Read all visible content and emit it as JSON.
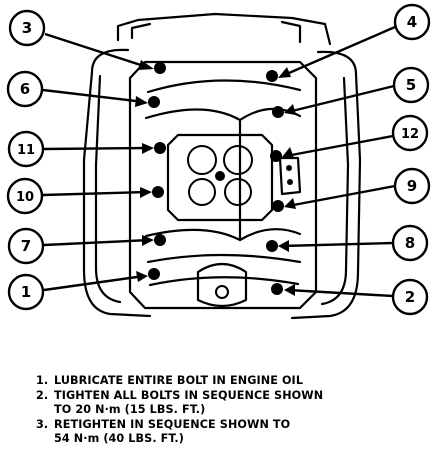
{
  "callouts": [
    "1",
    "2",
    "3",
    "4",
    "5",
    "6",
    "7",
    "8",
    "9",
    "10",
    "11",
    "12"
  ],
  "notes": [
    {
      "number": "1.",
      "lines": [
        "LUBRICATE ENTIRE BOLT IN ENGINE OIL"
      ]
    },
    {
      "number": "2.",
      "lines": [
        "TIGHTEN ALL BOLTS IN SEQUENCE SHOWN",
        "TO 20 N·m (15 LBS. FT.)"
      ]
    },
    {
      "number": "3.",
      "lines": [
        "RETIGHTEN IN SEQUENCE SHOWN TO",
        "54 N·m (40 LBS. FT.)"
      ]
    }
  ]
}
